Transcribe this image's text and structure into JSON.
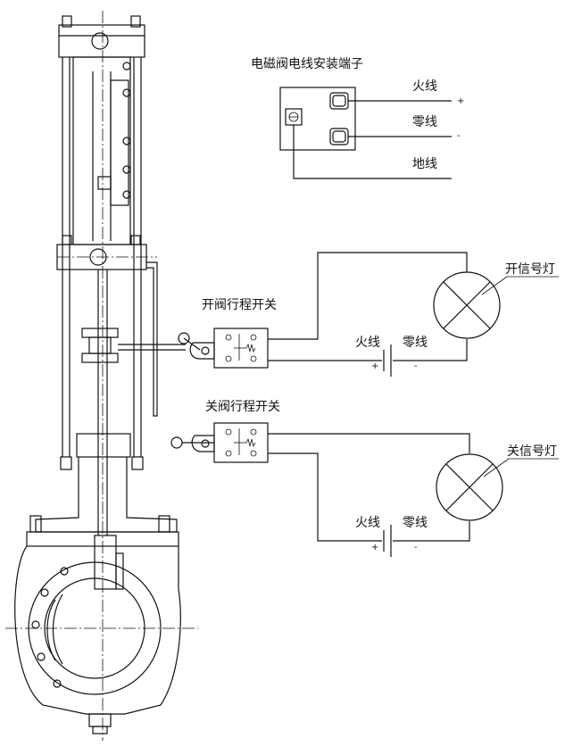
{
  "terminal": {
    "title": "电磁阀电线安装端子",
    "live": "火线",
    "neutral": "零线",
    "ground": "地线",
    "plus": "+",
    "minus": "-"
  },
  "open_circuit": {
    "switch_label": "开阀行程开关",
    "lamp_label": "开信号灯",
    "live": "火线",
    "neutral": "零线",
    "plus": "+",
    "minus": "-"
  },
  "close_circuit": {
    "switch_label": "关阀行程开关",
    "lamp_label": "关信号灯",
    "live": "火线",
    "neutral": "零线",
    "plus": "+",
    "minus": "-"
  }
}
